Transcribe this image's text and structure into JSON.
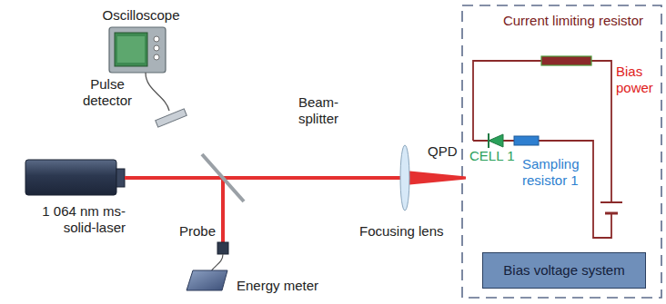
{
  "diagram": {
    "nodes": [
      {
        "text": [
          "Bias voltage system"
        ]
      }
    ],
    "labels": [
      "Oscilloscope",
      "Pulse detector",
      "Beam- splitter",
      "1 064 nm ms- solid-laser",
      "Focusing lens",
      "Probe",
      "Energy meter",
      "QPD",
      "Current limiting resistor",
      "Bias power",
      "CELL 1",
      "Sampling resistor 1"
    ]
  }
}
